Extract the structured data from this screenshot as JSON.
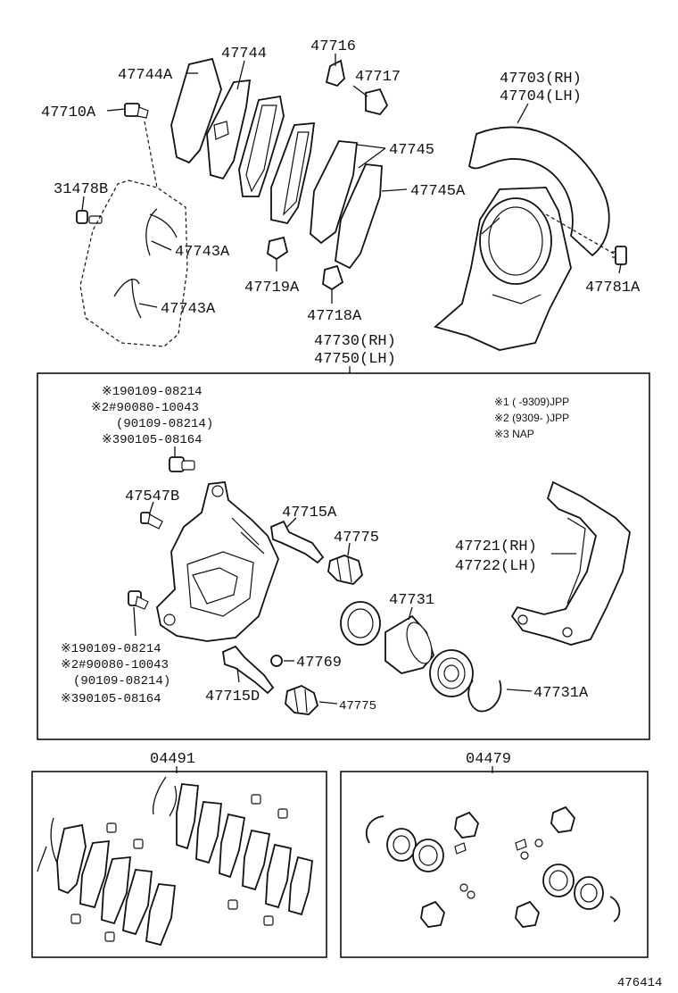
{
  "labels": {
    "p47744": "47744",
    "p47744A": "47744A",
    "p47716": "47716",
    "p47717": "47717",
    "p47710A": "47710A",
    "p47703": "47703(RH)",
    "p47704": "47704(LH)",
    "p47745": "47745",
    "p31478B": "31478B",
    "p47745A": "47745A",
    "p47743A_1": "47743A",
    "p47719A": "47719A",
    "p47781A": "47781A",
    "p47743A_2": "47743A",
    "p47718A": "47718A",
    "p47730": "47730(RH)",
    "p47750": "47750(LH)",
    "bolt_top_1": "※190109-08214",
    "bolt_top_2": "※2#90080-10043",
    "bolt_top_3": "(90109-08214)",
    "bolt_top_4": "※390105-08164",
    "p47547B": "47547B",
    "p47715A": "47715A",
    "p47775_1": "47775",
    "p47721": "47721(RH)",
    "p47722": "47722(LH)",
    "p47731": "47731",
    "bolt_bot_1": "※190109-08214",
    "bolt_bot_2": "※2#90080-10043",
    "bolt_bot_3": "(90109-08214)",
    "bolt_bot_4": "※390105-08164",
    "p47769": "47769",
    "p47715D": "47715D",
    "p47775_2": "47775",
    "p47731A": "47731A",
    "kit_04491": "04491",
    "kit_04479": "04479",
    "figure_number": "476414"
  },
  "notes": {
    "note1": "※1 (    -9309)JPP",
    "note2": "※2 (9309-    )JPP",
    "note3": "※3 NAP"
  }
}
